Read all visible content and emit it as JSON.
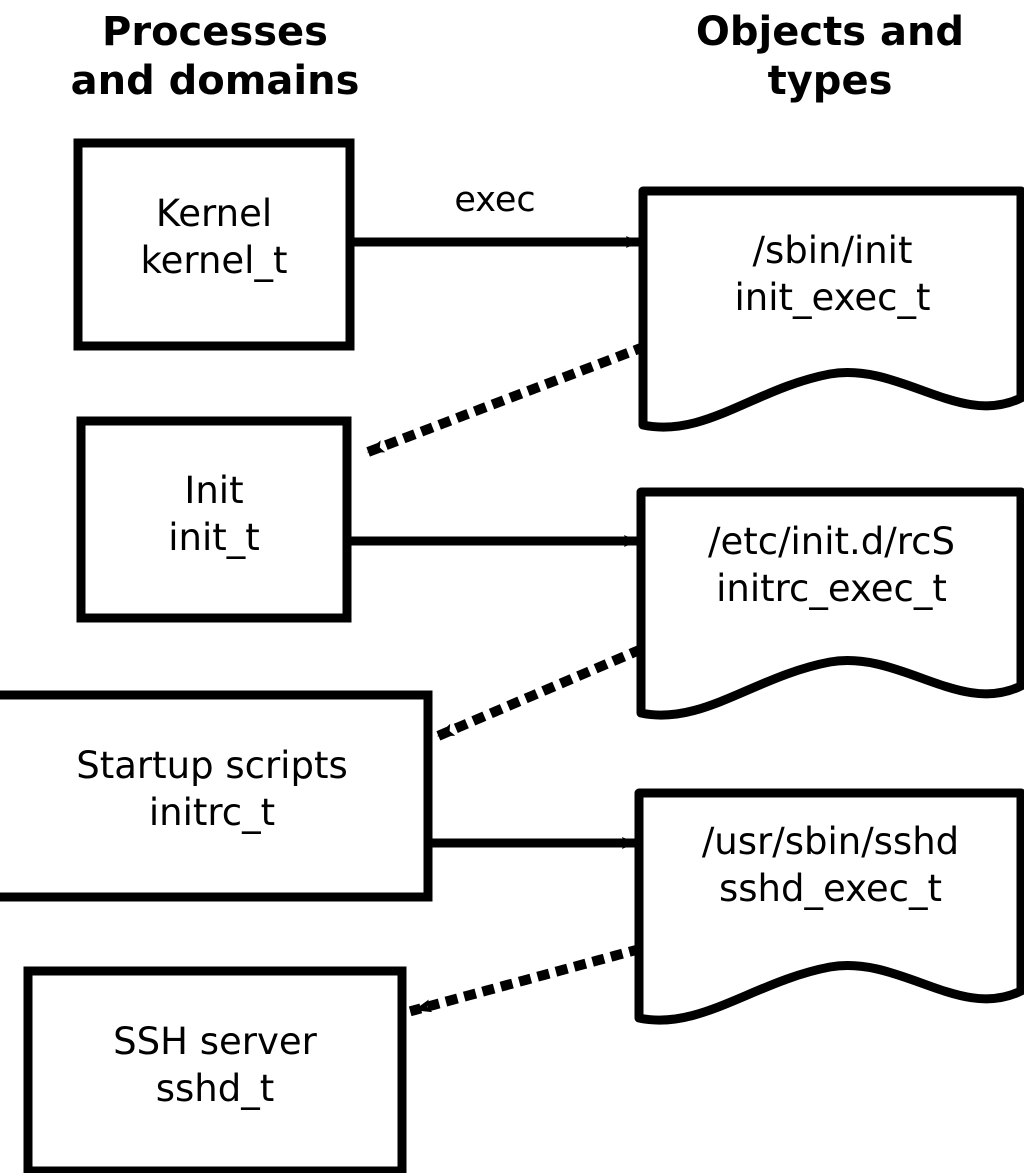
{
  "diagram": {
    "kind": "selinux-domain-transition-diagram",
    "background_color": "#ffffff",
    "stroke_color": "#000000",
    "columns": [
      {
        "id": "processes",
        "title": "Processes\nand domains"
      },
      {
        "id": "objects",
        "title": "Objects and\ntypes"
      }
    ],
    "process_nodes": [
      {
        "id": "kernel",
        "name": "Kernel",
        "type": "kernel_t",
        "label": "Kernel\nkernel_t"
      },
      {
        "id": "init",
        "name": "Init",
        "type": "init_t",
        "label": "Init\ninit_t"
      },
      {
        "id": "initrc",
        "name": "Startup scripts",
        "type": "initrc_t",
        "label": "Startup scripts\ninitrc_t"
      },
      {
        "id": "sshd",
        "name": "SSH server",
        "type": "sshd_t",
        "label": "SSH server\nsshd_t"
      }
    ],
    "object_nodes": [
      {
        "id": "init_exec",
        "path": "/sbin/init",
        "type": "init_exec_t",
        "label": "/sbin/init\ninit_exec_t"
      },
      {
        "id": "initrc_exec",
        "path": "/etc/init.d/rcS",
        "type": "initrc_exec_t",
        "label": "/etc/init.d/rcS\ninitrc_exec_t"
      },
      {
        "id": "sshd_exec",
        "path": "/usr/sbin/sshd",
        "type": "sshd_exec_t",
        "label": "/usr/sbin/sshd\nsshd_exec_t"
      }
    ],
    "edges": [
      {
        "id": "e1",
        "from": "kernel",
        "to": "init_exec",
        "style": "solid",
        "label": "exec"
      },
      {
        "id": "e2",
        "from": "init_exec",
        "to": "init",
        "style": "dotted",
        "label": ""
      },
      {
        "id": "e3",
        "from": "init",
        "to": "initrc_exec",
        "style": "solid",
        "label": ""
      },
      {
        "id": "e4",
        "from": "initrc_exec",
        "to": "initrc",
        "style": "dotted",
        "label": ""
      },
      {
        "id": "e5",
        "from": "initrc",
        "to": "sshd_exec",
        "style": "solid",
        "label": ""
      },
      {
        "id": "e6",
        "from": "sshd_exec",
        "to": "sshd",
        "style": "dotted",
        "label": ""
      }
    ]
  }
}
